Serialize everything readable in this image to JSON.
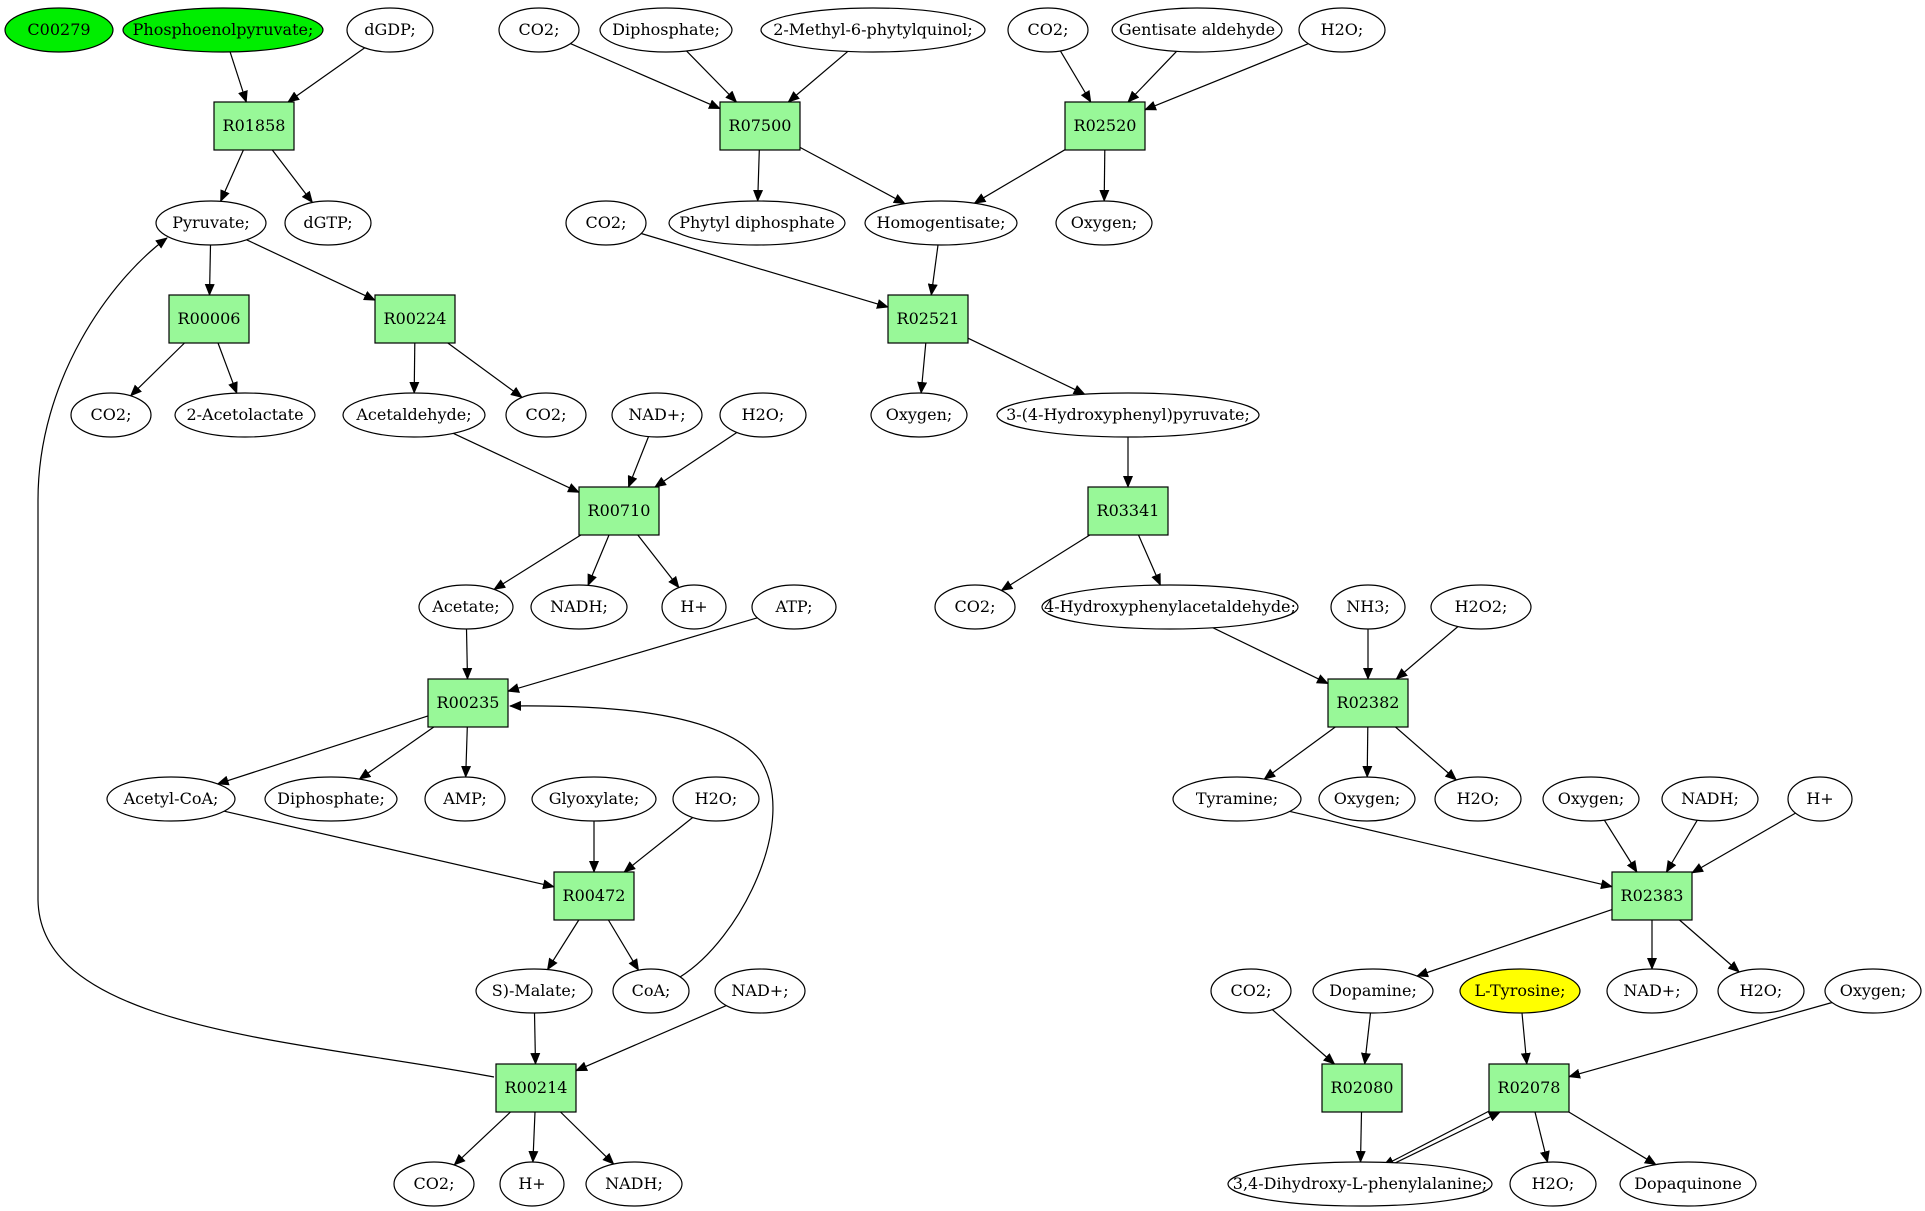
{
  "colors": {
    "reaction_fill": "#98f898",
    "compound_fill": "#ffffff",
    "highlight_green": "#00ee00",
    "highlight_yellow": "#ffff00",
    "stroke": "#000000"
  },
  "reactions": [
    {
      "id": "r01858",
      "label": "R01858"
    },
    {
      "id": "r07500",
      "label": "R07500"
    },
    {
      "id": "r02520",
      "label": "R02520"
    },
    {
      "id": "r00006",
      "label": "R00006"
    },
    {
      "id": "r00224",
      "label": "R00224"
    },
    {
      "id": "r02521",
      "label": "R02521"
    },
    {
      "id": "r00710",
      "label": "R00710"
    },
    {
      "id": "r03341",
      "label": "R03341"
    },
    {
      "id": "r00235",
      "label": "R00235"
    },
    {
      "id": "r02382",
      "label": "R02382"
    },
    {
      "id": "r00472",
      "label": "R00472"
    },
    {
      "id": "r02383",
      "label": "R02383"
    },
    {
      "id": "r00214",
      "label": "R00214"
    },
    {
      "id": "r02080",
      "label": "R02080"
    },
    {
      "id": "r02078",
      "label": "R02078"
    }
  ],
  "compounds": [
    {
      "id": "c00279",
      "label": "C00279",
      "fill": "green"
    },
    {
      "id": "pep",
      "label": "Phosphoenolpyruvate;",
      "fill": "green"
    },
    {
      "id": "dgdp",
      "label": "dGDP;"
    },
    {
      "id": "co2_a",
      "label": "CO2;"
    },
    {
      "id": "diphos_a",
      "label": "Diphosphate;"
    },
    {
      "id": "methylphytyl",
      "label": "2-Methyl-6-phytylquinol;"
    },
    {
      "id": "co2_b",
      "label": "CO2;"
    },
    {
      "id": "gentisate",
      "label": "Gentisate aldehyde"
    },
    {
      "id": "h2o_a",
      "label": "H2O;"
    },
    {
      "id": "pyruvate",
      "label": "Pyruvate;"
    },
    {
      "id": "dgtp",
      "label": "dGTP;"
    },
    {
      "id": "co2_c",
      "label": "CO2;"
    },
    {
      "id": "phytyl_dp",
      "label": "Phytyl diphosphate"
    },
    {
      "id": "homogentisate",
      "label": "Homogentisate;"
    },
    {
      "id": "oxygen_a",
      "label": "Oxygen;"
    },
    {
      "id": "co2_d",
      "label": "CO2;"
    },
    {
      "id": "acetolactate",
      "label": "2-Acetolactate"
    },
    {
      "id": "acetaldehyde",
      "label": "Acetaldehyde;"
    },
    {
      "id": "co2_e",
      "label": "CO2;"
    },
    {
      "id": "nadp_a",
      "label": "NAD+;"
    },
    {
      "id": "h2o_b",
      "label": "H2O;"
    },
    {
      "id": "oxygen_b",
      "label": "Oxygen;"
    },
    {
      "id": "hpp",
      "label": "3-(4-Hydroxyphenyl)pyruvate;"
    },
    {
      "id": "acetate",
      "label": "Acetate;"
    },
    {
      "id": "nadh_a",
      "label": "NADH;"
    },
    {
      "id": "hplus_a",
      "label": "H+"
    },
    {
      "id": "atp",
      "label": "ATP;"
    },
    {
      "id": "co2_f",
      "label": "CO2;"
    },
    {
      "id": "hpacetald",
      "label": "4-Hydroxyphenylacetaldehyde;"
    },
    {
      "id": "nh3",
      "label": "NH3;"
    },
    {
      "id": "h2o2",
      "label": "H2O2;"
    },
    {
      "id": "acetylcoa",
      "label": "Acetyl-CoA;"
    },
    {
      "id": "diphos_b",
      "label": "Diphosphate;"
    },
    {
      "id": "amp",
      "label": "AMP;"
    },
    {
      "id": "glyoxylate",
      "label": "Glyoxylate;"
    },
    {
      "id": "h2o_c",
      "label": "H2O;"
    },
    {
      "id": "tyramine",
      "label": "Tyramine;"
    },
    {
      "id": "oxygen_c",
      "label": "Oxygen;"
    },
    {
      "id": "h2o_d",
      "label": "H2O;"
    },
    {
      "id": "oxygen_d",
      "label": "Oxygen;"
    },
    {
      "id": "nadh_b",
      "label": "NADH;"
    },
    {
      "id": "hplus_b",
      "label": "H+"
    },
    {
      "id": "smalate",
      "label": "S)-Malate;"
    },
    {
      "id": "coa",
      "label": "CoA;"
    },
    {
      "id": "nadp_b",
      "label": "NAD+;"
    },
    {
      "id": "co2_g",
      "label": "CO2;"
    },
    {
      "id": "dopamine",
      "label": "Dopamine;"
    },
    {
      "id": "ltyrosine",
      "label": "L-Tyrosine;",
      "fill": "yellow"
    },
    {
      "id": "nadp_c",
      "label": "NAD+;"
    },
    {
      "id": "h2o_e",
      "label": "H2O;"
    },
    {
      "id": "oxygen_e",
      "label": "Oxygen;"
    },
    {
      "id": "co2_h",
      "label": "CO2;"
    },
    {
      "id": "hplus_c",
      "label": "H+"
    },
    {
      "id": "nadh_c",
      "label": "NADH;"
    },
    {
      "id": "dopa",
      "label": "3,4-Dihydroxy-L-phenylalanine;"
    },
    {
      "id": "h2o_f",
      "label": "H2O;"
    },
    {
      "id": "dopaquinone",
      "label": "Dopaquinone"
    }
  ],
  "edges": [
    {
      "from": "pep",
      "to": "r01858"
    },
    {
      "from": "dgdp",
      "to": "r01858"
    },
    {
      "from": "r01858",
      "to": "pyruvate"
    },
    {
      "from": "r01858",
      "to": "dgtp"
    },
    {
      "from": "co2_a",
      "to": "r07500"
    },
    {
      "from": "diphos_a",
      "to": "r07500"
    },
    {
      "from": "methylphytyl",
      "to": "r07500"
    },
    {
      "from": "r07500",
      "to": "phytyl_dp"
    },
    {
      "from": "r07500",
      "to": "homogentisate"
    },
    {
      "from": "co2_b",
      "to": "r02520"
    },
    {
      "from": "gentisate",
      "to": "r02520"
    },
    {
      "from": "h2o_a",
      "to": "r02520"
    },
    {
      "from": "r02520",
      "to": "homogentisate"
    },
    {
      "from": "r02520",
      "to": "oxygen_a"
    },
    {
      "from": "pyruvate",
      "to": "r00006"
    },
    {
      "from": "pyruvate",
      "to": "r00224"
    },
    {
      "from": "r00006",
      "to": "co2_d"
    },
    {
      "from": "r00006",
      "to": "acetolactate"
    },
    {
      "from": "r00224",
      "to": "acetaldehyde"
    },
    {
      "from": "r00224",
      "to": "co2_e"
    },
    {
      "from": "co2_c",
      "to": "r02521"
    },
    {
      "from": "homogentisate",
      "to": "r02521"
    },
    {
      "from": "r02521",
      "to": "oxygen_b"
    },
    {
      "from": "r02521",
      "to": "hpp"
    },
    {
      "from": "acetaldehyde",
      "to": "r00710"
    },
    {
      "from": "nadp_a",
      "to": "r00710"
    },
    {
      "from": "h2o_b",
      "to": "r00710"
    },
    {
      "from": "r00710",
      "to": "acetate"
    },
    {
      "from": "r00710",
      "to": "nadh_a"
    },
    {
      "from": "r00710",
      "to": "hplus_a"
    },
    {
      "from": "hpp",
      "to": "r03341"
    },
    {
      "from": "r03341",
      "to": "co2_f"
    },
    {
      "from": "r03341",
      "to": "hpacetald"
    },
    {
      "from": "acetate",
      "to": "r00235"
    },
    {
      "from": "atp",
      "to": "r00235"
    },
    {
      "from": "r00235",
      "to": "acetylcoa"
    },
    {
      "from": "r00235",
      "to": "diphos_b"
    },
    {
      "from": "r00235",
      "to": "amp"
    },
    {
      "from": "hpacetald",
      "to": "r02382"
    },
    {
      "from": "nh3",
      "to": "r02382"
    },
    {
      "from": "h2o2",
      "to": "r02382"
    },
    {
      "from": "r02382",
      "to": "tyramine"
    },
    {
      "from": "r02382",
      "to": "oxygen_c"
    },
    {
      "from": "r02382",
      "to": "h2o_d"
    },
    {
      "from": "acetylcoa",
      "to": "r00472"
    },
    {
      "from": "glyoxylate",
      "to": "r00472"
    },
    {
      "from": "h2o_c",
      "to": "r00472"
    },
    {
      "from": "r00472",
      "to": "smalate"
    },
    {
      "from": "r00472",
      "to": "coa"
    },
    {
      "from": "coa",
      "to": "r00235"
    },
    {
      "from": "tyramine",
      "to": "r02383"
    },
    {
      "from": "oxygen_d",
      "to": "r02383"
    },
    {
      "from": "nadh_b",
      "to": "r02383"
    },
    {
      "from": "hplus_b",
      "to": "r02383"
    },
    {
      "from": "r02383",
      "to": "dopamine"
    },
    {
      "from": "r02383",
      "to": "nadp_c"
    },
    {
      "from": "r02383",
      "to": "h2o_e"
    },
    {
      "from": "smalate",
      "to": "r00214"
    },
    {
      "from": "nadp_b",
      "to": "r00214"
    },
    {
      "from": "r00214",
      "to": "co2_h"
    },
    {
      "from": "r00214",
      "to": "hplus_c"
    },
    {
      "from": "r00214",
      "to": "nadh_c"
    },
    {
      "from": "r00214",
      "to": "pyruvate"
    },
    {
      "from": "co2_g",
      "to": "r02080"
    },
    {
      "from": "dopamine",
      "to": "r02080"
    },
    {
      "from": "r02080",
      "to": "dopa"
    },
    {
      "from": "ltyrosine",
      "to": "r02078"
    },
    {
      "from": "oxygen_e",
      "to": "r02078"
    },
    {
      "from": "r02078",
      "to": "dopa"
    },
    {
      "from": "dopa",
      "to": "r02078"
    },
    {
      "from": "r02078",
      "to": "h2o_f"
    },
    {
      "from": "r02078",
      "to": "dopaquinone"
    }
  ]
}
